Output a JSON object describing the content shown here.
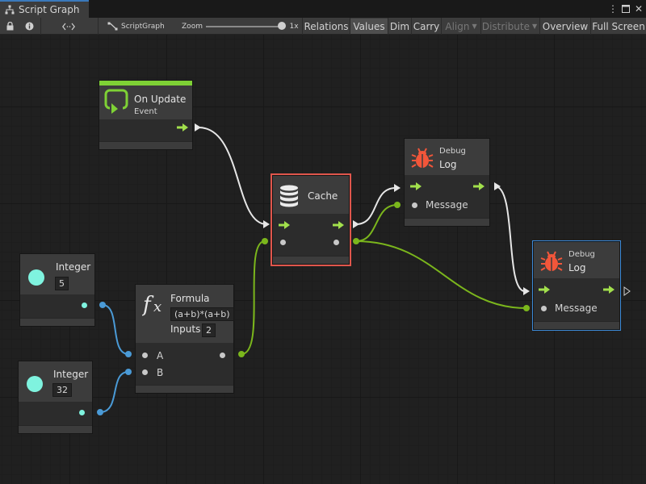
{
  "window": {
    "title": "Script Graph",
    "menu_icon": "kebab-menu-icon",
    "maximize_icon": "maximize-icon",
    "close_icon": "close-icon"
  },
  "toolbar": {
    "lock_icon": "lock-icon",
    "info_icon": "info-icon",
    "code_icon": "code-icon",
    "graph_label": "ScriptGraph",
    "zoom_label": "Zoom",
    "zoom_value": "1x",
    "zoom_level": 1.0,
    "buttons": {
      "relations": "Relations",
      "values": "Values",
      "dim": "Dim",
      "carry": "Carry",
      "align": "Align",
      "distribute": "Distribute",
      "overview": "Overview",
      "full_screen": "Full Screen"
    }
  },
  "nodes": {
    "on_update": {
      "title": "On Update",
      "subtitle": "Event",
      "accent": "#7ed135"
    },
    "integer_a": {
      "title": "Integer",
      "value": "5"
    },
    "integer_b": {
      "title": "Integer",
      "value": "32"
    },
    "formula": {
      "title": "Formula",
      "expression": "(a+b)*(a+b)",
      "inputs_label": "Inputs",
      "inputs_value": "2",
      "port_a": "A",
      "port_b": "B"
    },
    "cache": {
      "title": "Cache"
    },
    "debug_log_1": {
      "category": "Debug",
      "title": "Log",
      "message_label": "Message"
    },
    "debug_log_2": {
      "category": "Debug",
      "title": "Log",
      "message_label": "Message"
    }
  },
  "colors": {
    "flow_edge": "#e6e6e6",
    "value_edge_integer": "#4a9ad6",
    "value_edge_object": "#7bb61c",
    "selection_red": "#e0564c",
    "selection_blue": "#3c8ad8",
    "event_green": "#7ed135",
    "integer_cyan": "#7ff3df",
    "debug_red": "#f2563a"
  }
}
